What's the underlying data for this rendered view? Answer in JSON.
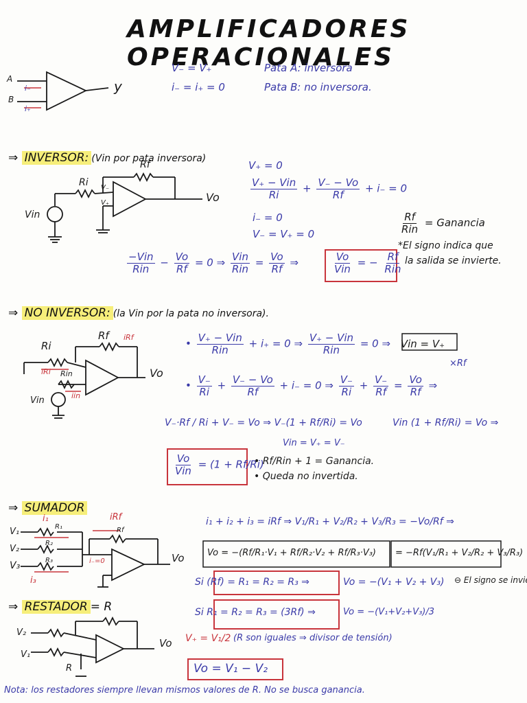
{
  "title": "AMPLIFICADORES OPERACIONALES",
  "intro": {
    "label_a": "A",
    "label_b": "B",
    "label_y": "y",
    "i_minus": "i₋",
    "i_plus": "i₊",
    "eq1": "V₋ = V₊",
    "eq2": "i₋ = i₊ = 0",
    "pata_a": "Pata A: inversora",
    "pata_b": "Pata B: no inversora."
  },
  "inversor": {
    "heading": "INVERSOR:",
    "heading_note": "(Vin por pata inversora)",
    "rf": "Rf",
    "ri": "Ri",
    "vin": "Vin",
    "vo": "Vo",
    "v_minus": "V₋",
    "v_plus": "V₊",
    "eq_vplus": "V₊ = 0",
    "eq_main_n1": "V₊ − Vin",
    "eq_main_d1": "Ri",
    "eq_main_n2": "V₋ − Vo",
    "eq_main_d2": "Rf",
    "eq_main_tail": "+ i₋ = 0",
    "eq_i": "i₋ = 0",
    "eq_v": "V₋ = V₊ = 0",
    "gain_n": "Rf",
    "gain_d": "Rin",
    "gain_label": "= Ganancia",
    "result_n1": "−Vin",
    "result_d1": "Rin",
    "result_n2": "Vo",
    "result_d2": "Rf",
    "result_n3": "Vin",
    "result_d3": "Rin",
    "result_n4": "Vo",
    "result_d4": "Rf",
    "box_n1": "Vo",
    "box_d1": "Vin",
    "box_n2": "Rf",
    "box_d2": "Rin",
    "note1": "*El signo indica que",
    "note2": "la salida se invierte."
  },
  "no_inversor": {
    "heading": "NO INVERSOR:",
    "heading_note": "(la Vin por la pata no inversora).",
    "rf": "Rf",
    "irf": "iRf",
    "ri": "Ri",
    "iri": "iRi",
    "rin": "Rin",
    "iin": "iin",
    "vin": "Vin",
    "vo": "Vo",
    "eq1_n": "V₊ − Vin",
    "eq1_d": "Rin",
    "eq1_tail": "+ i₊ = 0 ⇒",
    "eq1_n2": "V₊ − Vin",
    "eq1_d2": "Rin",
    "eq1_tail2": "= 0 ⇒",
    "eq1_box": "Vin = V₊",
    "eq2_n1": "V₋",
    "eq2_d1": "Ri",
    "eq2_n2": "V₋ − Vo",
    "eq2_d2": "Rf",
    "eq2_mid": "+ i₋ = 0 ⇒",
    "eq2_n3": "V₋",
    "eq2_d3": "Ri",
    "eq2_n4": "V₋",
    "eq2_d4": "Rf",
    "eq2_n5": "Vo",
    "eq2_d5": "Rf",
    "eq2_mult": "×Rf",
    "eq3": "V₋·Rf / Ri + V₋ = Vo ⇒ V₋(1 + Rf/Ri) = Vo",
    "eq3_right": "Vin (1 + Rf/Ri) = Vo ⇒",
    "eq3_sub": "Vin = V₊ = V₋",
    "box_n": "Vo",
    "box_d": "Vin",
    "box_rhs": "= (1 + Rf/Ri)",
    "note1": "• Rf/Rin + 1 = Ganancia.",
    "note2": "• Queda no invertida."
  },
  "sumador": {
    "heading": "SUMADOR",
    "i1": "i₁",
    "irf": "iRf",
    "v1": "V₁",
    "v2": "V₂",
    "v3": "V₃",
    "r1": "R₁",
    "r2": "R₂",
    "r3": "R₃",
    "rf": "Rf",
    "i3": "i₃",
    "iminus": "i₋=0",
    "vo": "Vo",
    "eq1": "i₁ + i₂ + i₃ = iRf ⇒ V₁/R₁ + V₂/R₂ + V₃/R₃ = −Vo/Rf ⇒",
    "eq2_left": "Vo = −(Rf/R₁·V₁ + Rf/R₂·V₂ + Rf/R₃·V₃)",
    "eq2_right": "= −Rf(V₁/R₁ + V₂/R₂ + V₃/R₃)",
    "si1": "Si (Rf) = R₁ = R₂ = R₃ ⇒",
    "si1_box": "Vo = −(V₁ + V₂ + V₃)",
    "si2": "Si R₁ = R₂ = R₃ = (3Rf) ⇒",
    "si2_box": "Vo = −(V₁+V₂+V₃)/3",
    "note": "⊖ El signo se invierte."
  },
  "restador": {
    "heading": "RESTADOR",
    "heading_tail": "= R",
    "v2": "V₂",
    "v1": "V₁",
    "vo": "Vo",
    "r": "R",
    "eq1": "V₊ = V₁/2",
    "eq1_note": "(R son iguales ⇒ divisor de tensión)",
    "box": "Vo = V₁ − V₂"
  },
  "footer": "Nota: los restadores siempre llevan mismos valores de R. No se busca ganancia."
}
